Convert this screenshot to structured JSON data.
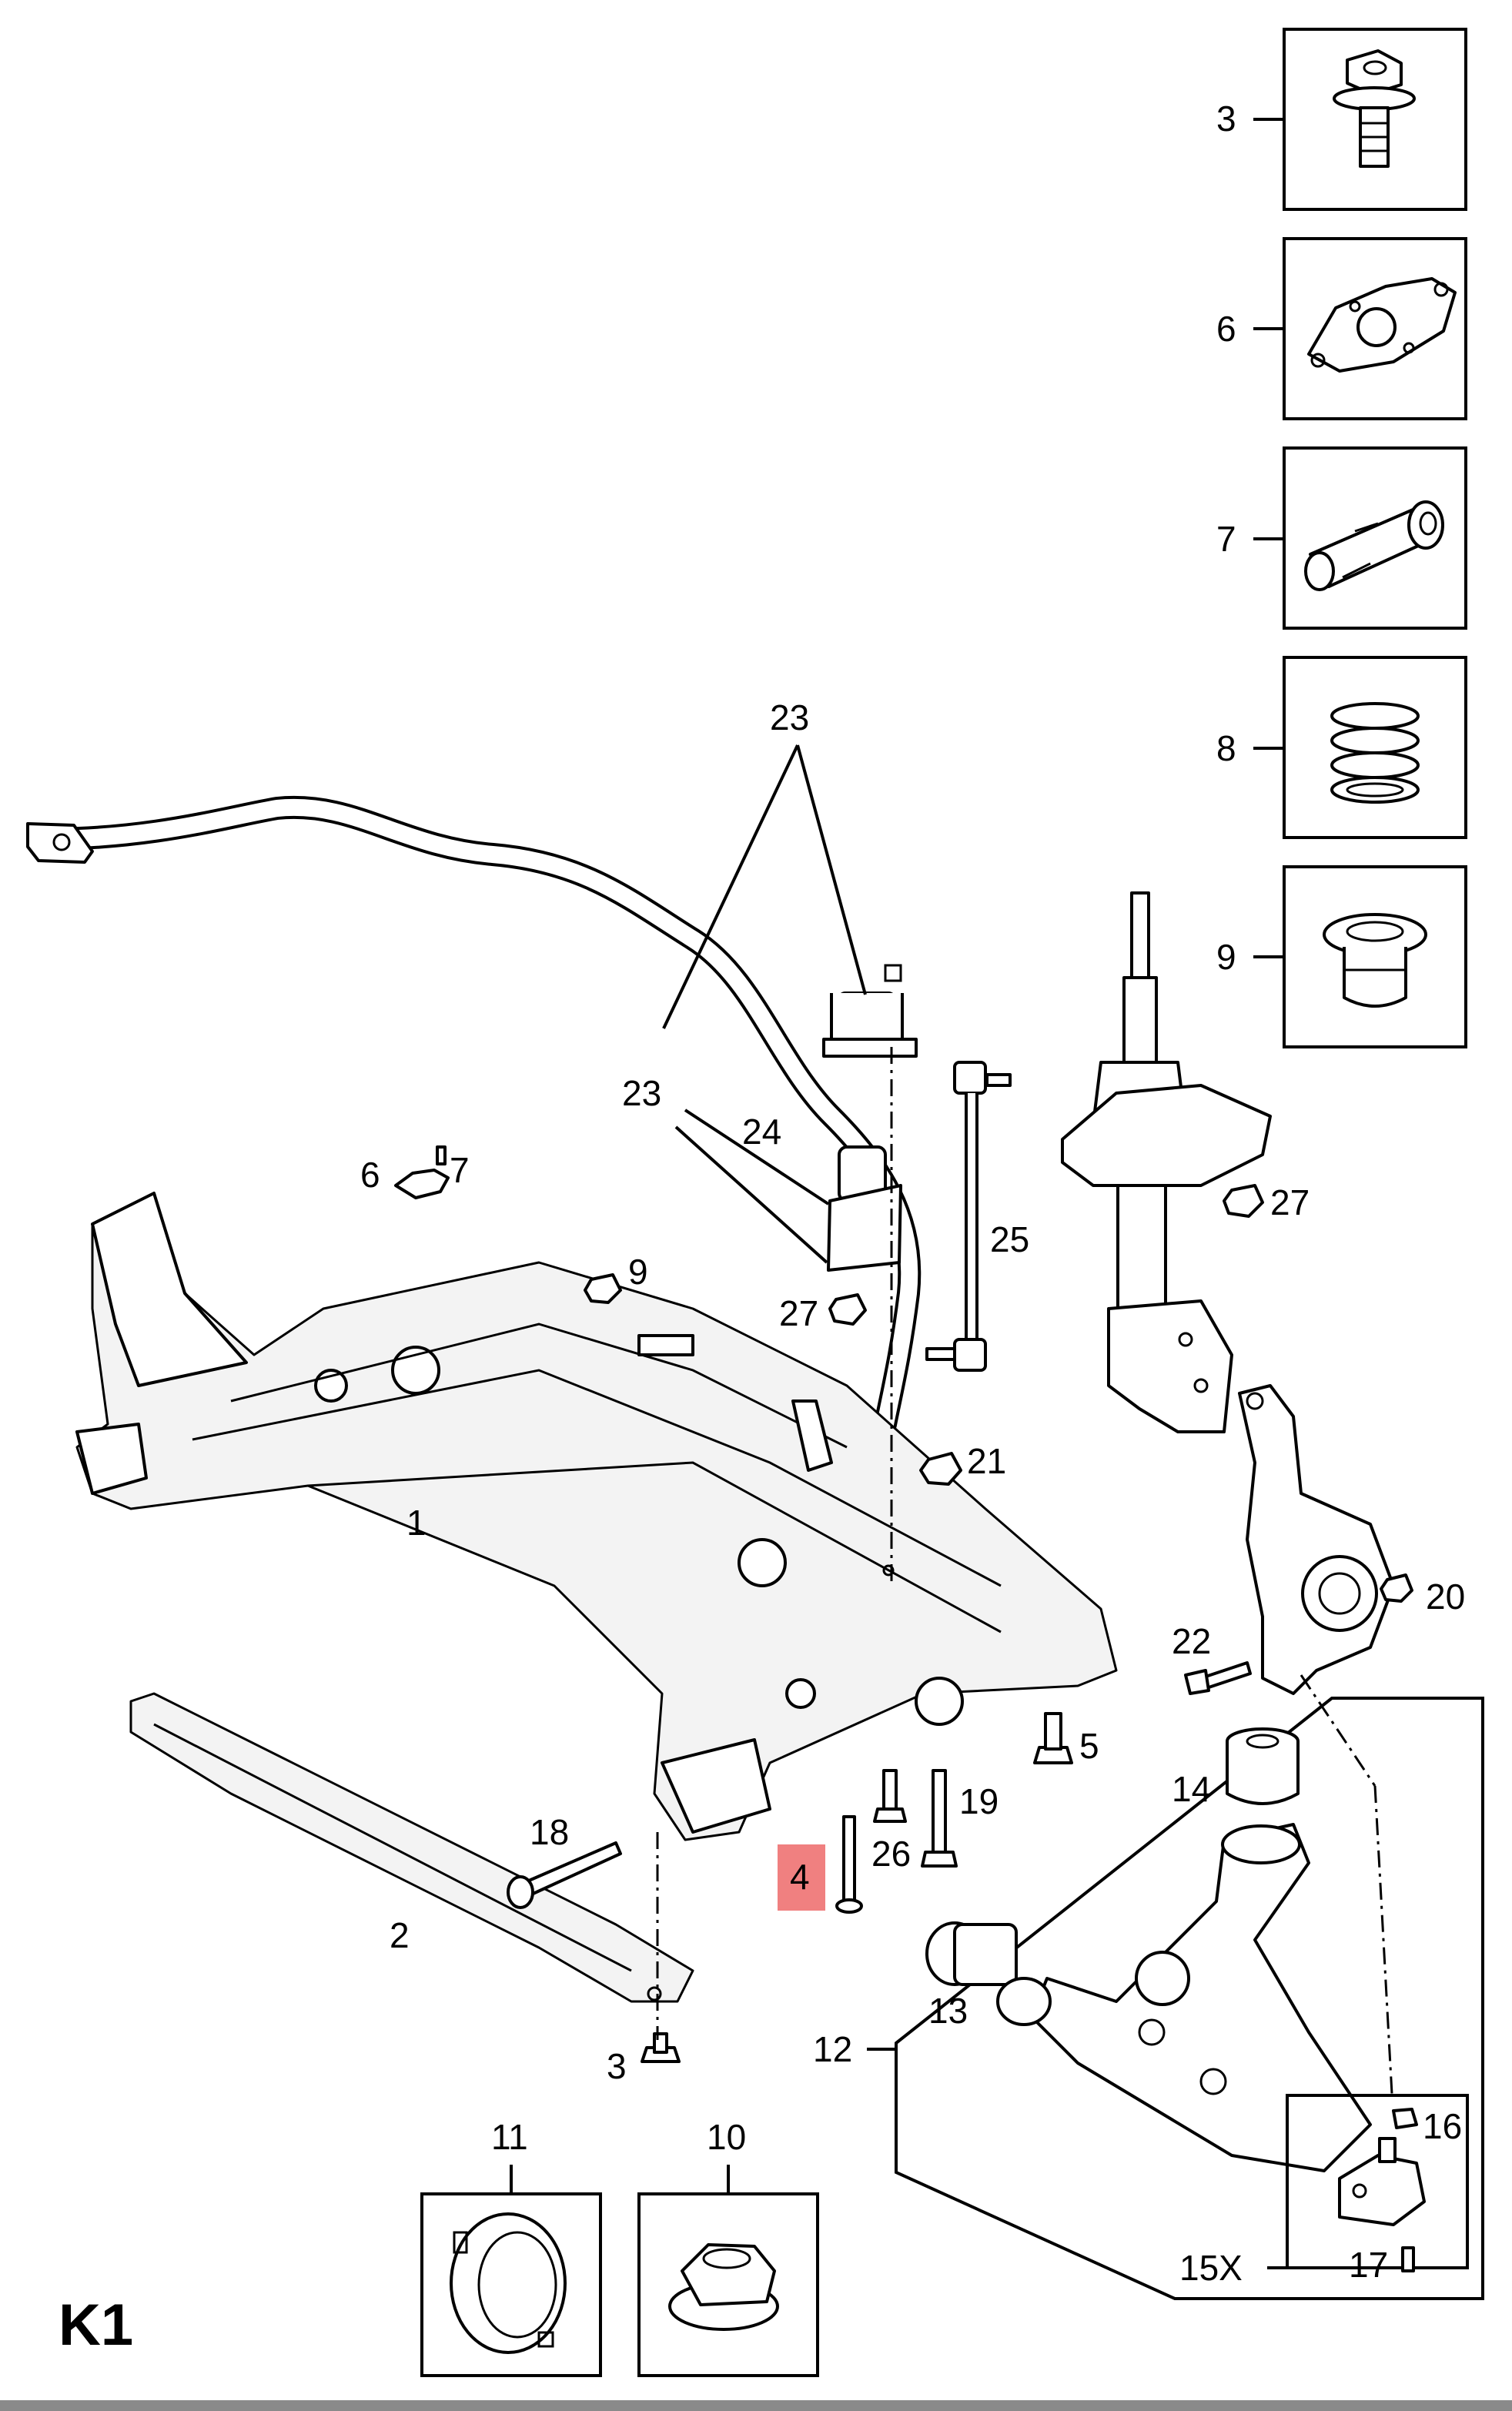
{
  "diagram": {
    "sheet_label": "K1",
    "highlight_color": "#f08080",
    "highlighted_callout": "4",
    "callouts": {
      "c1": "1",
      "c2": "2",
      "c3_top": "3",
      "c3_bottom": "3",
      "c4": "4",
      "c5": "5",
      "c6_box": "6",
      "c6": "6",
      "c7_box": "7",
      "c7": "7",
      "c8": "8",
      "c9_box": "9",
      "c9": "9",
      "c10": "10",
      "c11": "11",
      "c12": "12",
      "c13": "13",
      "c14": "14",
      "c15x": "15X",
      "c16": "16",
      "c17": "17",
      "c18": "18",
      "c19": "19",
      "c20": "20",
      "c21": "21",
      "c22": "22",
      "c23_top": "23",
      "c23_mid": "23",
      "c24": "24",
      "c25": "25",
      "c26": "26",
      "c27_left": "27",
      "c27_right": "27"
    }
  }
}
